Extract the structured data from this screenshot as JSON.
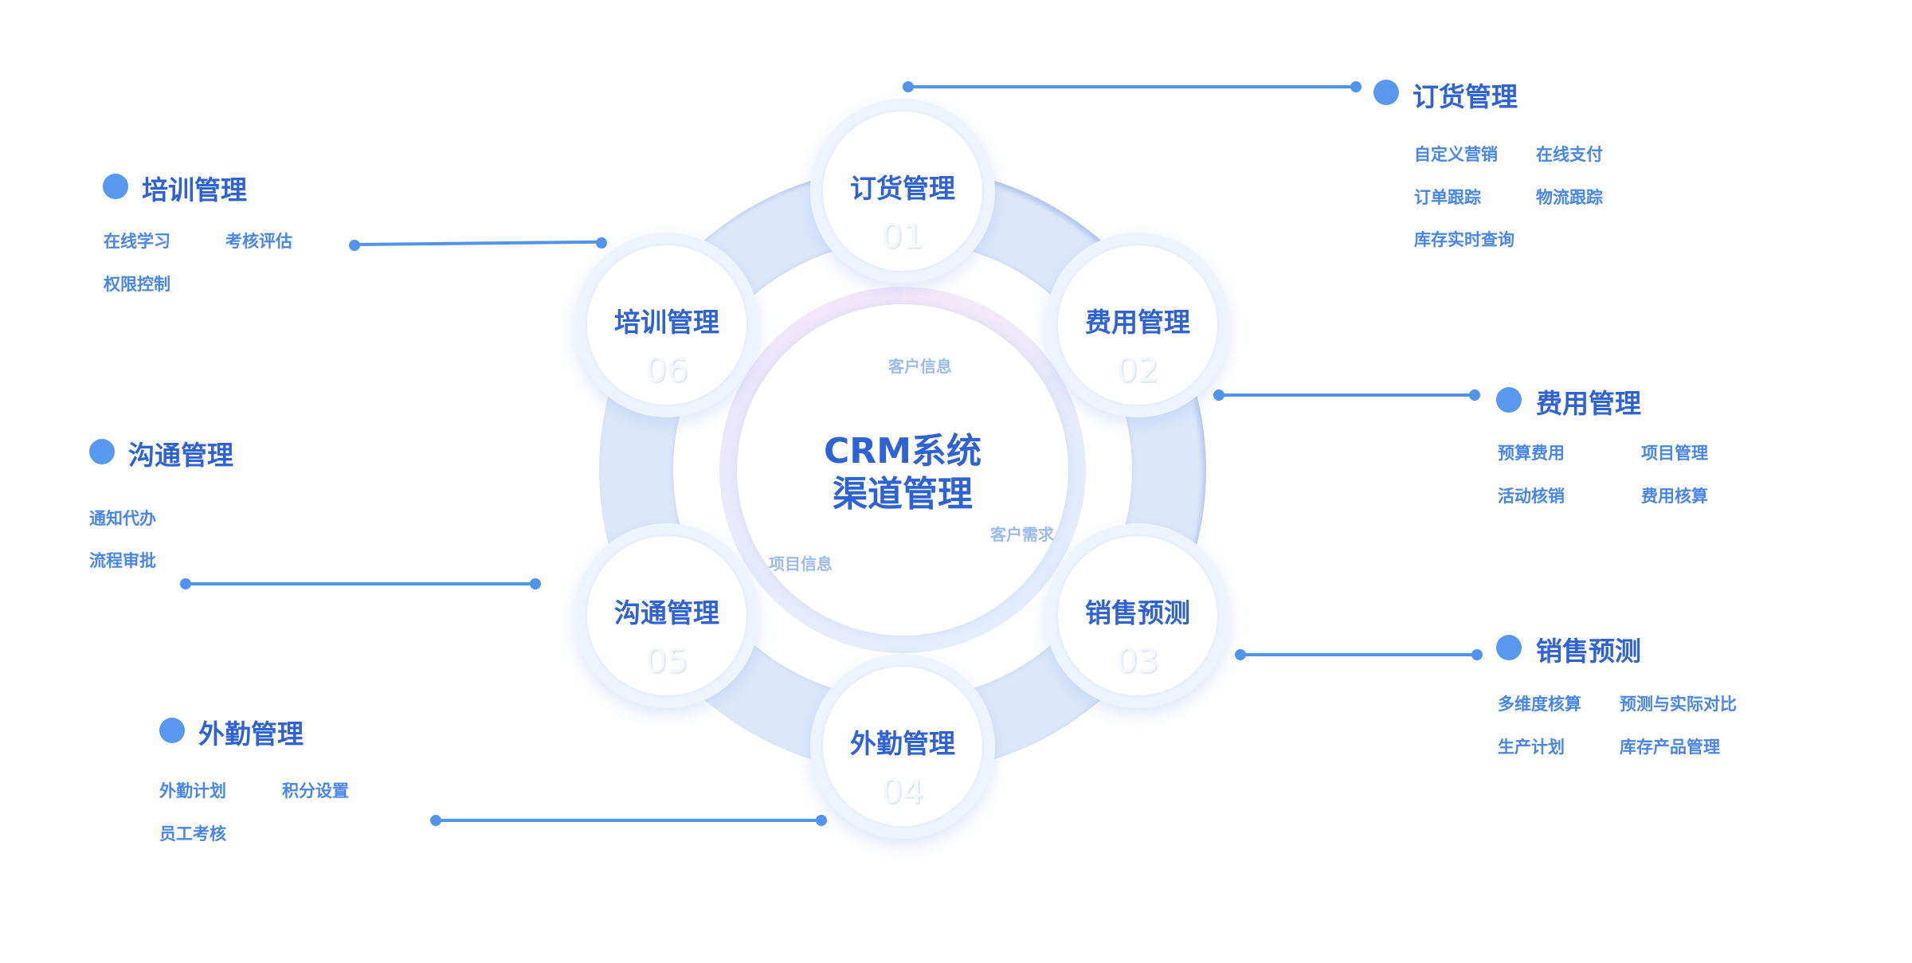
{
  "center": {
    "line1": "CRM系统",
    "line2": "渠道管理",
    "tags": [
      "客户信息",
      "客户需求",
      "项目信息"
    ]
  },
  "nodes": [
    {
      "label": "订货管理",
      "number": "01"
    },
    {
      "label": "费用管理",
      "number": "02"
    },
    {
      "label": "销售预测",
      "number": "03"
    },
    {
      "label": "外勤管理",
      "number": "04"
    },
    {
      "label": "沟通管理",
      "number": "05"
    },
    {
      "label": "培训管理",
      "number": "06"
    }
  ],
  "details": {
    "ordering": {
      "title": "订货管理",
      "items": [
        "自定义营销",
        "在线支付",
        "订单跟踪",
        "物流跟踪",
        "库存实时查询"
      ]
    },
    "expense": {
      "title": "费用管理",
      "items": [
        "预算费用",
        "项目管理",
        "活动核销",
        "费用核算"
      ]
    },
    "forecast": {
      "title": "销售预测",
      "items": [
        "多维度核算",
        "预测与实际对比",
        "生产计划",
        "库存产品管理"
      ]
    },
    "field": {
      "title": "外勤管理",
      "items": [
        "外勤计划",
        "积分设置",
        "员工考核"
      ]
    },
    "communication": {
      "title": "沟通管理",
      "items": [
        "通知代办",
        "流程审批"
      ]
    },
    "training": {
      "title": "培训管理",
      "items": [
        "在线学习",
        "考核评估",
        "权限控制"
      ]
    }
  },
  "colors": {
    "title": "#2f62d2",
    "item": "#4a86e8",
    "accent": "#5898ef",
    "ring": "#dde7fb"
  }
}
